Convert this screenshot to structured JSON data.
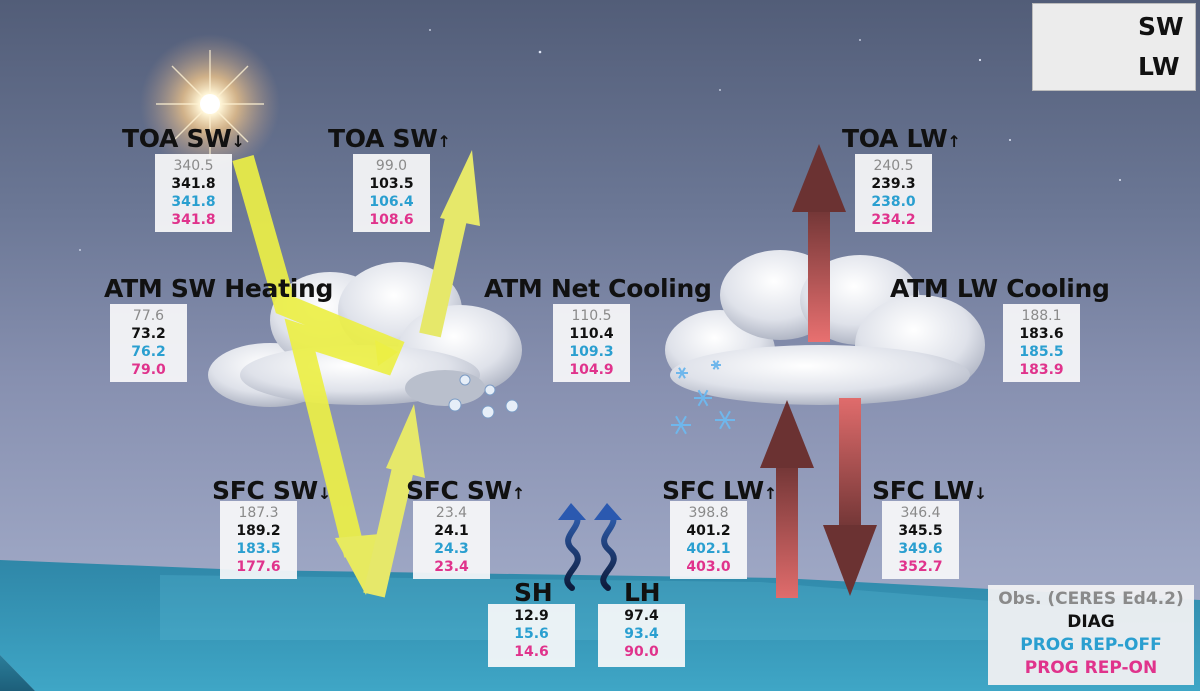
{
  "legend": {
    "sw": {
      "label": "SW",
      "color": "#e6e85a"
    },
    "lw": {
      "label": "LW",
      "color": "#6e3434"
    }
  },
  "series_key": {
    "obs": "Obs. (CERES Ed4.2)",
    "diag": "DIAG",
    "prog_off": "PROG REP-OFF",
    "prog_on": "PROG REP-ON"
  },
  "series_colors": {
    "obs": "#8a8a8a",
    "diag": "#111111",
    "prog_off": "#2a9fd0",
    "prog_on": "#e0338c"
  },
  "fluxes": {
    "toa_sw_down": {
      "label": "TOA SW",
      "arrow": "↓",
      "values": [
        "340.5",
        "341.8",
        "341.8",
        "341.8"
      ]
    },
    "toa_sw_up": {
      "label": "TOA SW",
      "arrow": "↑",
      "values": [
        "99.0",
        "103.5",
        "106.4",
        "108.6"
      ]
    },
    "toa_lw_up": {
      "label": "TOA LW",
      "arrow": "↑",
      "values": [
        "240.5",
        "239.3",
        "238.0",
        "234.2"
      ]
    },
    "atm_sw_heating": {
      "label": "ATM SW Heating",
      "values": [
        "77.6",
        "73.2",
        "76.2",
        "79.0"
      ]
    },
    "atm_net_cooling": {
      "label": "ATM Net Cooling",
      "values": [
        "110.5",
        "110.4",
        "109.3",
        "104.9"
      ]
    },
    "atm_lw_cooling": {
      "label": "ATM LW Cooling",
      "values": [
        "188.1",
        "183.6",
        "185.5",
        "183.9"
      ]
    },
    "sfc_sw_down": {
      "label": "SFC SW",
      "arrow": "↓",
      "values": [
        "187.3",
        "189.2",
        "183.5",
        "177.6"
      ]
    },
    "sfc_sw_up": {
      "label": "SFC SW",
      "arrow": "↑",
      "values": [
        "23.4",
        "24.1",
        "24.3",
        "23.4"
      ]
    },
    "sfc_lw_up": {
      "label": "SFC LW",
      "arrow": "↑",
      "values": [
        "398.8",
        "401.2",
        "402.1",
        "403.0"
      ]
    },
    "sfc_lw_down": {
      "label": "SFC LW",
      "arrow": "↓",
      "values": [
        "346.4",
        "345.5",
        "349.6",
        "352.7"
      ]
    },
    "sh": {
      "label": "SH",
      "values": [
        "12.9",
        "15.6",
        "14.6"
      ]
    },
    "lh": {
      "label": "LH",
      "values": [
        "97.4",
        "93.4",
        "90.0"
      ]
    }
  },
  "icons": [
    "sun-icon",
    "cloud-icon",
    "snowflake-icon",
    "wavy-arrow-icon"
  ]
}
